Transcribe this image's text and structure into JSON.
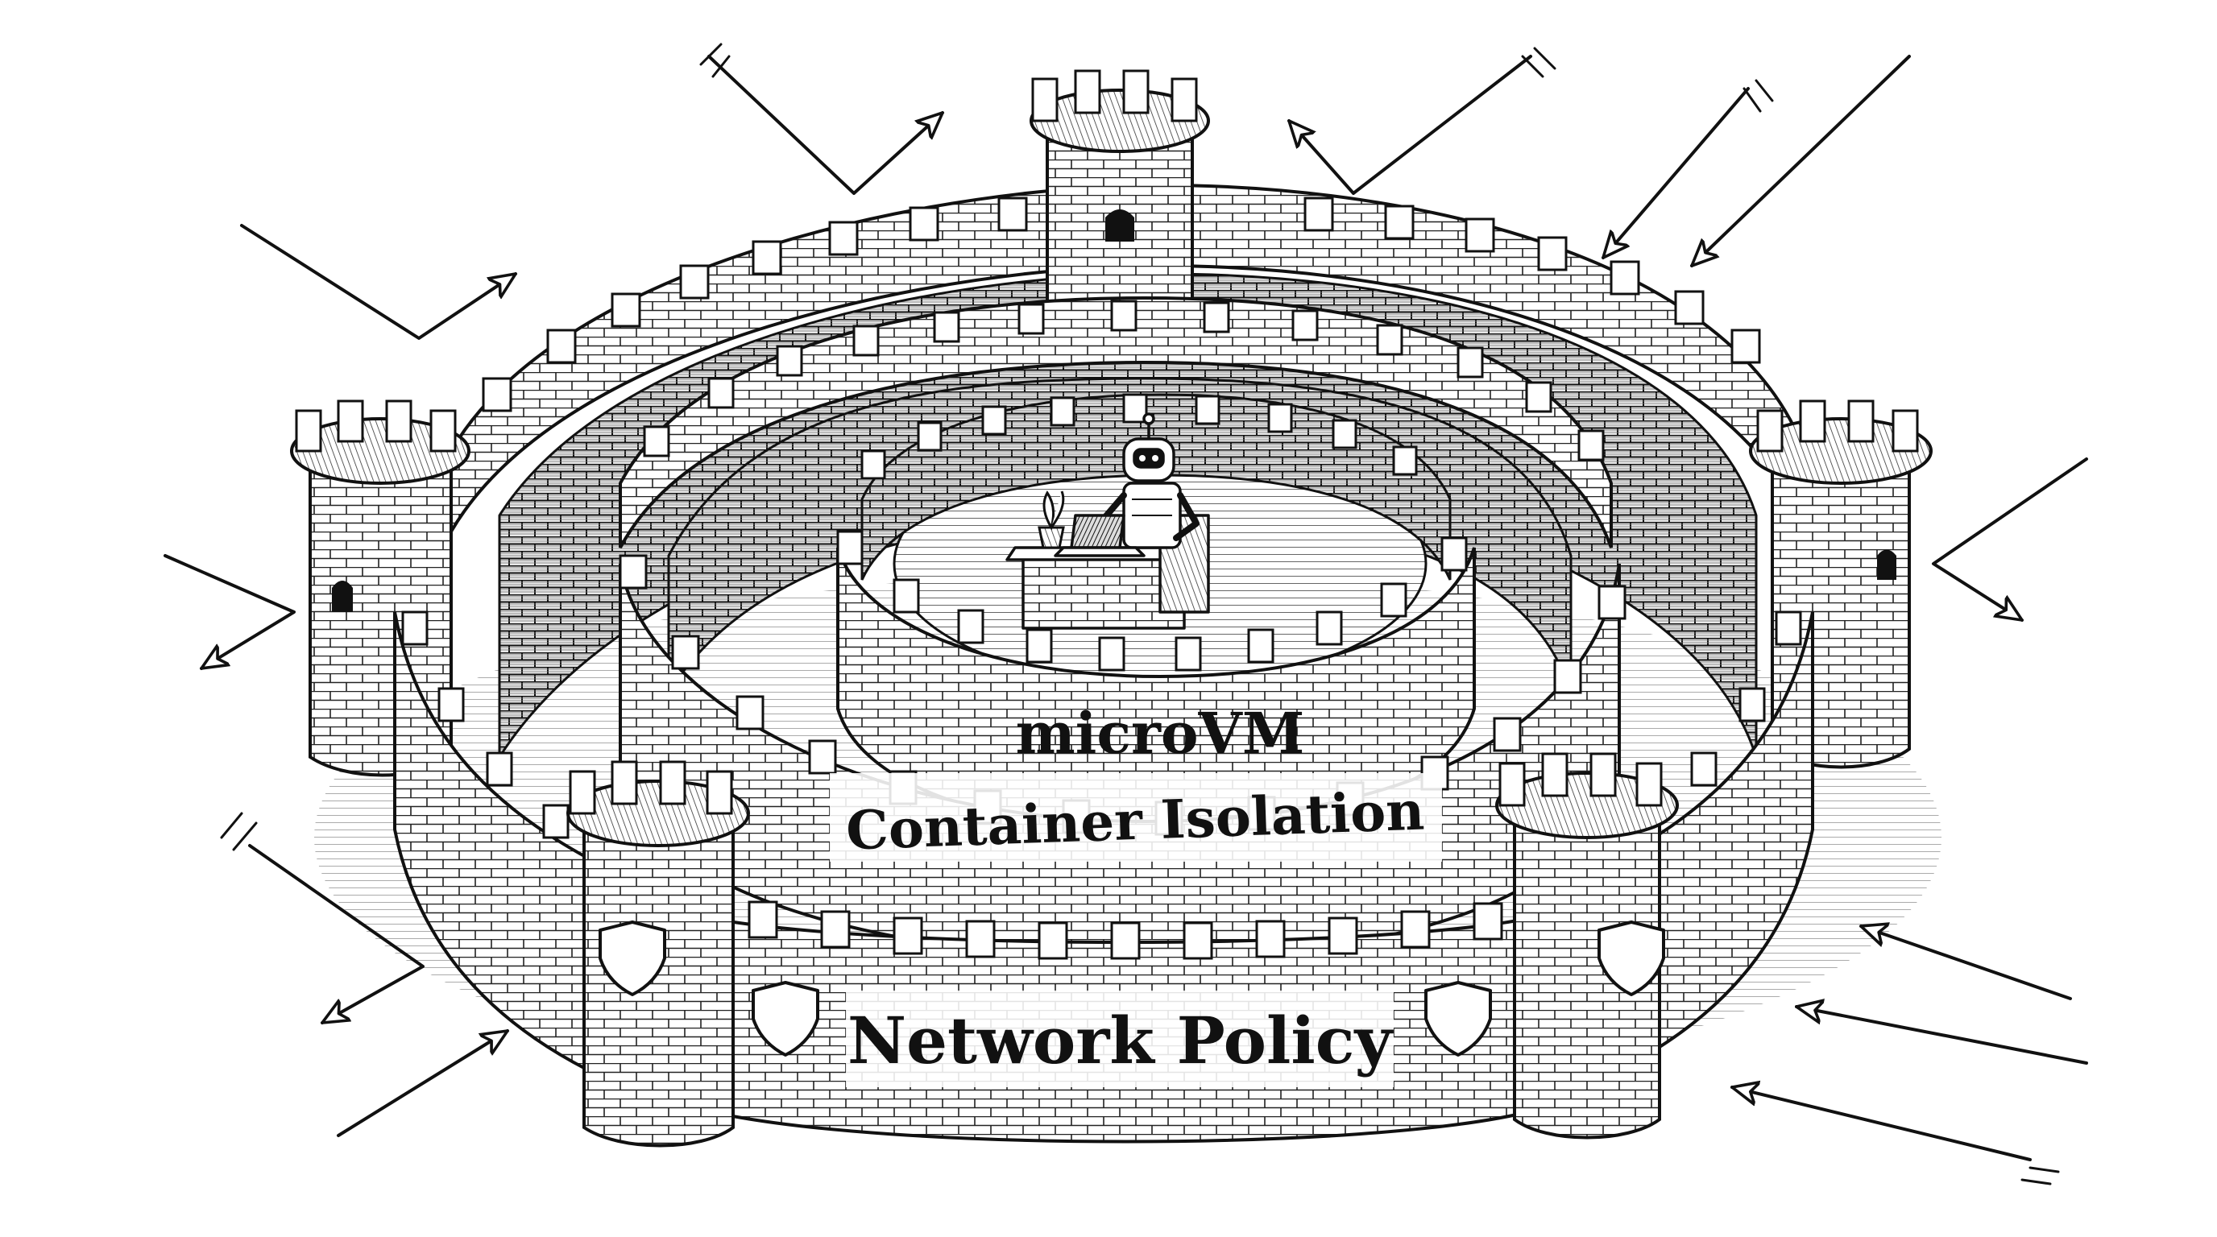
{
  "diagram": {
    "layers": [
      {
        "id": "inner",
        "label": "microVM"
      },
      {
        "id": "middle",
        "label": "Container Isolation"
      },
      {
        "id": "outer",
        "label": "Network Policy"
      }
    ],
    "center_figure": "robot-at-desk-with-laptop",
    "icons": [
      "shield-icon",
      "arrow-icon",
      "tower-icon",
      "robot-icon",
      "laptop-icon",
      "plant-icon"
    ]
  }
}
